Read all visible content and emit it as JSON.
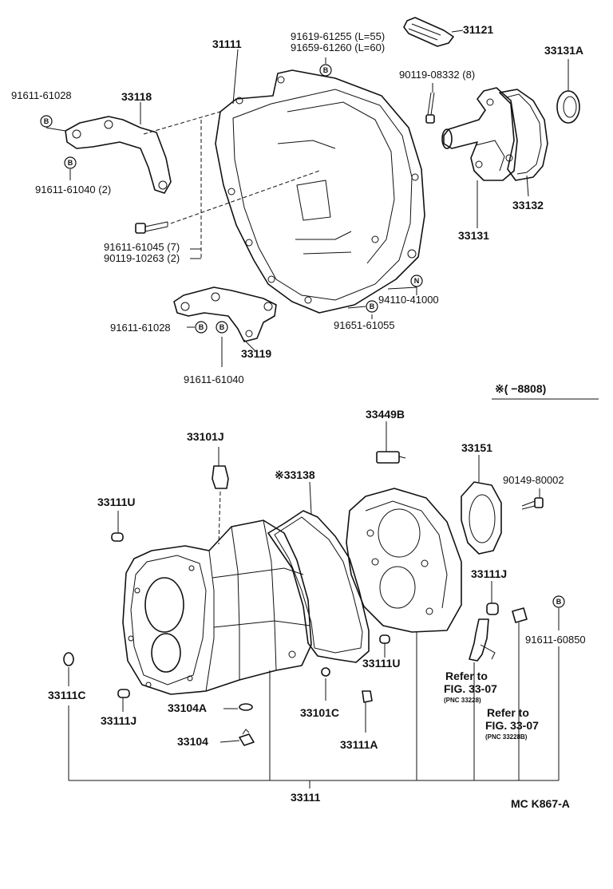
{
  "labels": {
    "p31121": "31121",
    "p91619_61255": "91619-61255 (L=55)",
    "p91659_61260": "91659-61260 (L=60)",
    "p31111_top": "31111",
    "p33131A": "33131A",
    "p90119_08332": "90119-08332 (8)",
    "p91611_61028_a": "91611-61028",
    "p33118": "33118",
    "p91611_61040_2": "91611-61040 (2)",
    "p33132": "33132",
    "p33131": "33131",
    "p91611_61045": "91611-61045 (7)",
    "p90119_10263": "90119-10263 (2)",
    "p94110_41000": "94110-41000",
    "p91651_61055": "91651-61055",
    "p91611_61028_b": "91611-61028",
    "p33119": "33119",
    "p91611_61040": "91611-61040",
    "date_note": "※(    −8808)",
    "p33449B": "33449B",
    "p33101J": "33101J",
    "p33151": "33151",
    "p33138": "※33138",
    "p90149_80002": "90149-80002",
    "p33111U_a": "33111U",
    "p33111J_a": "33111J",
    "p33111U_b": "33111U",
    "p91611_60850": "91611-60850",
    "p33111C": "33111C",
    "p33101C": "33101C",
    "p33104A": "33104A",
    "p33111J_b": "33111J",
    "p33104": "33104",
    "p33111A": "33111A",
    "refer1_line1": "Refer to",
    "refer1_line2": "FIG. 33-07",
    "refer1_pnc": "(PNC 33228)",
    "refer2_line1": "Refer to",
    "refer2_line2": "FIG. 33-07",
    "refer2_pnc": "(PNC 33228B)",
    "p33111_bottom": "33111",
    "code": "MC K867-A"
  },
  "marks": {
    "bolt": "B",
    "nut": "N"
  }
}
